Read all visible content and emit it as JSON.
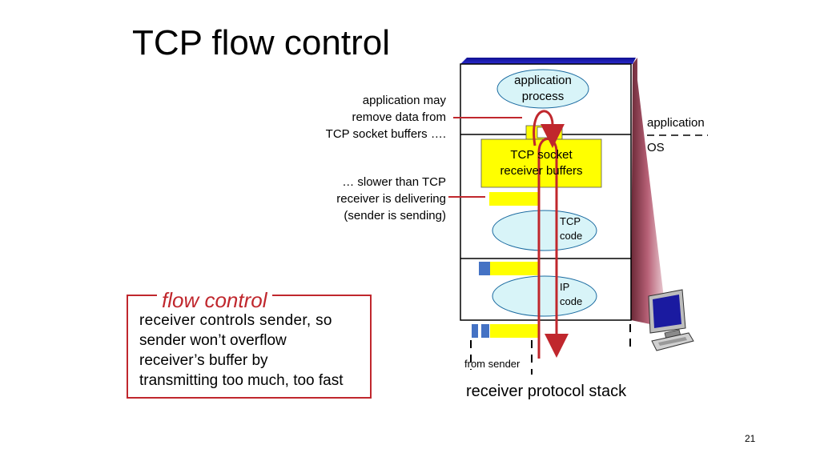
{
  "title": "TCP flow control",
  "annotations": {
    "remove_data": [
      "application may",
      "remove data from",
      "TCP socket buffers …."
    ],
    "slower": [
      "… slower than TCP",
      "receiver is delivering",
      "(sender is sending)"
    ]
  },
  "stack": {
    "app_process": [
      "application",
      "process"
    ],
    "socket_buffers": [
      "TCP socket",
      "receiver buffers"
    ],
    "tcp_code": [
      "TCP",
      "code"
    ],
    "ip_code": [
      "IP",
      "code"
    ],
    "from_sender": "from sender",
    "caption": "receiver protocol stack"
  },
  "boundary": {
    "above": "application",
    "below": "OS"
  },
  "flow_control": {
    "title": "flow control",
    "lines": [
      "receiver controls sender, so",
      "sender won’t overflow",
      "receiver’s buffer by",
      "transmitting too much, too fast"
    ]
  },
  "page_number": "21",
  "colors": {
    "accent_red": "#c0272d",
    "buffer_yellow": "#ffff00",
    "packet_blue": "#4472c4",
    "screen_blue": "#1a1aa0",
    "oval_fill": "#d8f4f8"
  }
}
